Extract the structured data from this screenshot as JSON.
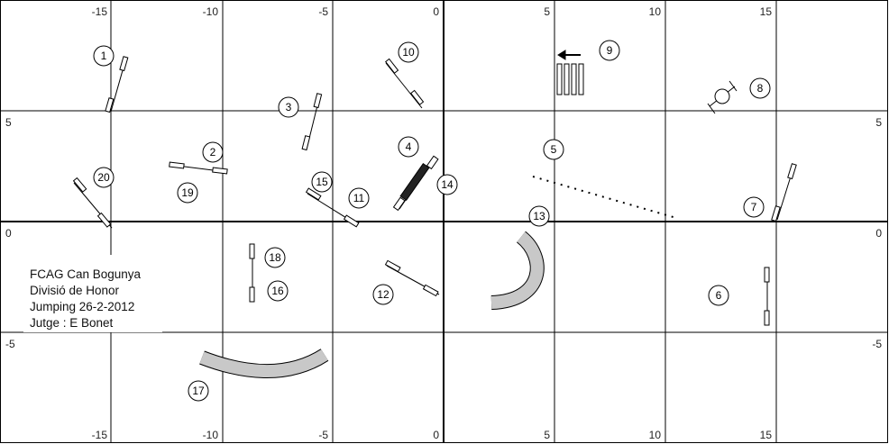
{
  "ticks": {
    "top": [
      "-15",
      "-10",
      "-5",
      "0",
      "5",
      "10",
      "15"
    ],
    "bottom": [
      "-15",
      "-10",
      "-5",
      "0",
      "5",
      "10",
      "15"
    ],
    "left": [
      "5",
      "0",
      "-5"
    ],
    "right": [
      "5",
      "0",
      "-5"
    ]
  },
  "info": {
    "club": "FCAG Can Bogunya",
    "division": "Divisió de Honor",
    "event": "Jumping 26-2-2012",
    "judge": "Jutge : E Bonet"
  },
  "obstacle_numbers": [
    "1",
    "2",
    "3",
    "4",
    "5",
    "6",
    "7",
    "8",
    "9",
    "10",
    "11",
    "12",
    "13",
    "14",
    "15",
    "16",
    "17",
    "18",
    "19",
    "20"
  ],
  "obstacles": [
    {
      "number": "1",
      "type": "jump"
    },
    {
      "number": "2",
      "type": "jump"
    },
    {
      "number": "3",
      "type": "jump"
    },
    {
      "number": "4",
      "type": "wall"
    },
    {
      "number": "5",
      "type": "jump"
    },
    {
      "number": "6",
      "type": "jump"
    },
    {
      "number": "7",
      "type": "jump"
    },
    {
      "number": "8",
      "type": "tyre"
    },
    {
      "number": "9",
      "type": "weave-poles"
    },
    {
      "number": "10",
      "type": "jump"
    },
    {
      "number": "11",
      "type": "jump"
    },
    {
      "number": "12",
      "type": "jump"
    },
    {
      "number": "13",
      "type": "tunnel"
    },
    {
      "number": "14",
      "type": "wall"
    },
    {
      "number": "15",
      "type": "jump"
    },
    {
      "number": "16",
      "type": "jump"
    },
    {
      "number": "17",
      "type": "tunnel"
    },
    {
      "number": "18",
      "type": "jump"
    },
    {
      "number": "19",
      "type": "jump"
    },
    {
      "number": "20",
      "type": "jump"
    }
  ],
  "colors": {
    "grid": "#000000",
    "tunnel_fill": "#c8c8c8",
    "bar": "#000000"
  }
}
